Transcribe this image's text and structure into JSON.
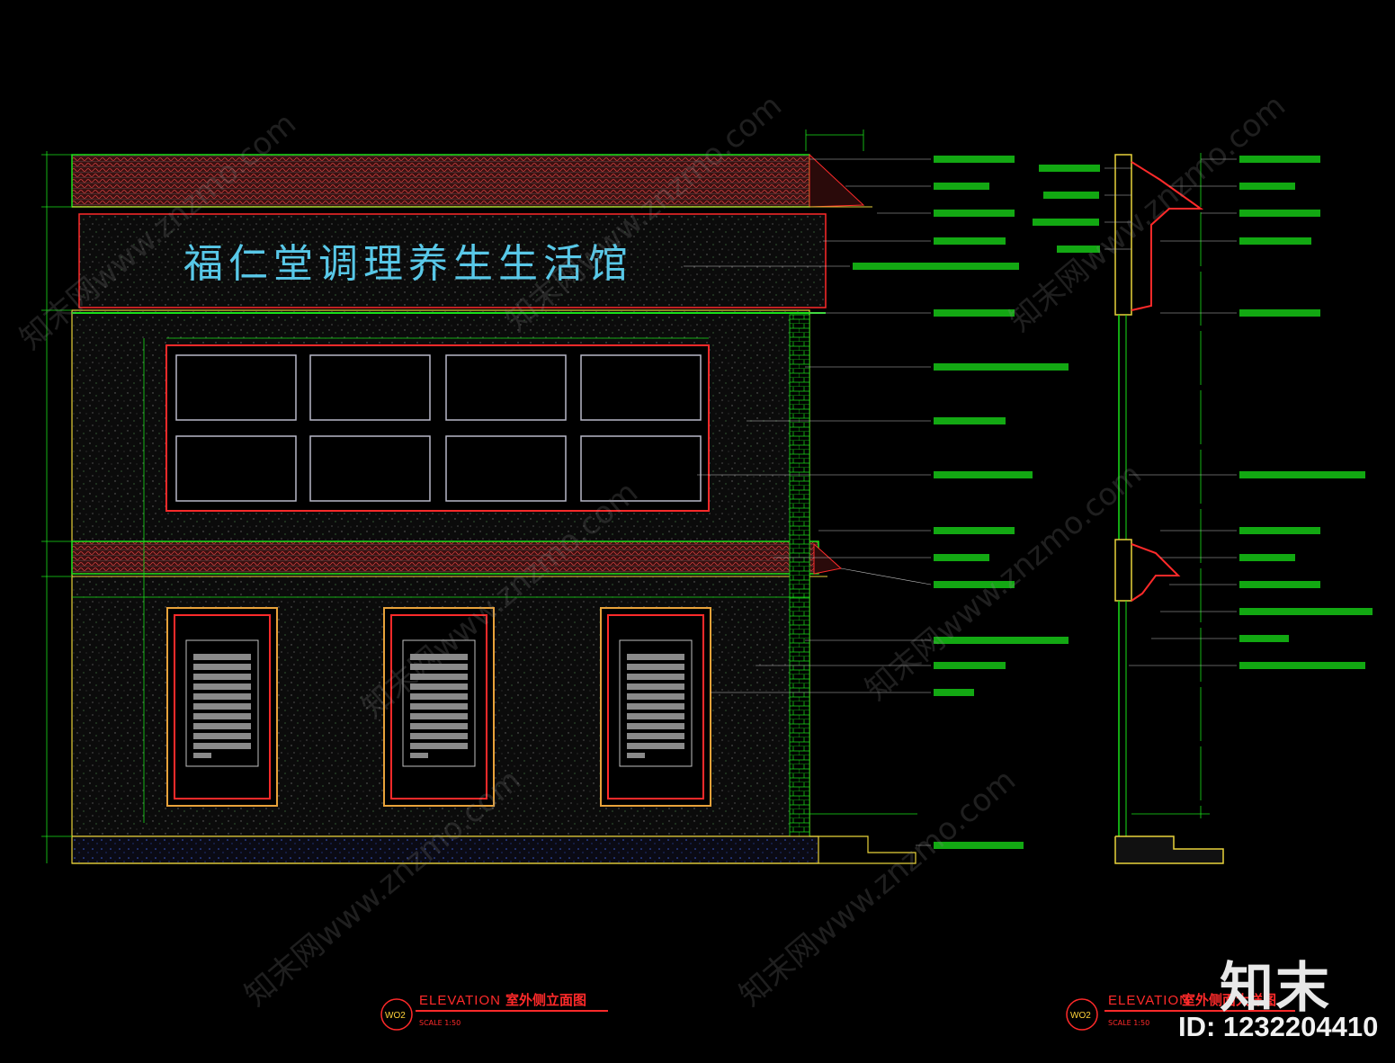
{
  "signboard": {
    "text": "福仁堂调理养生生活馆"
  },
  "titles": [
    {
      "tag": "WO2",
      "en": "ELEVATION",
      "cn": "室外侧立面图",
      "scale": "SCALE 1:50"
    },
    {
      "tag": "WO2",
      "en": "ELEVATION",
      "cn": "室外侧面大样图",
      "scale": "SCALE 1:50"
    }
  ],
  "logo": {
    "text": "知末"
  },
  "id_label": {
    "text": "ID: 1232204410"
  },
  "watermark": {
    "text": "知末网www.znzmo.com"
  },
  "colors": {
    "background": "#000000",
    "line_green": "#19e019",
    "line_red": "#ff2a2a",
    "line_yellow": "#e8d23a",
    "sign_cyan": "#58c8e8",
    "panel_gray": "#8a8a8a"
  }
}
